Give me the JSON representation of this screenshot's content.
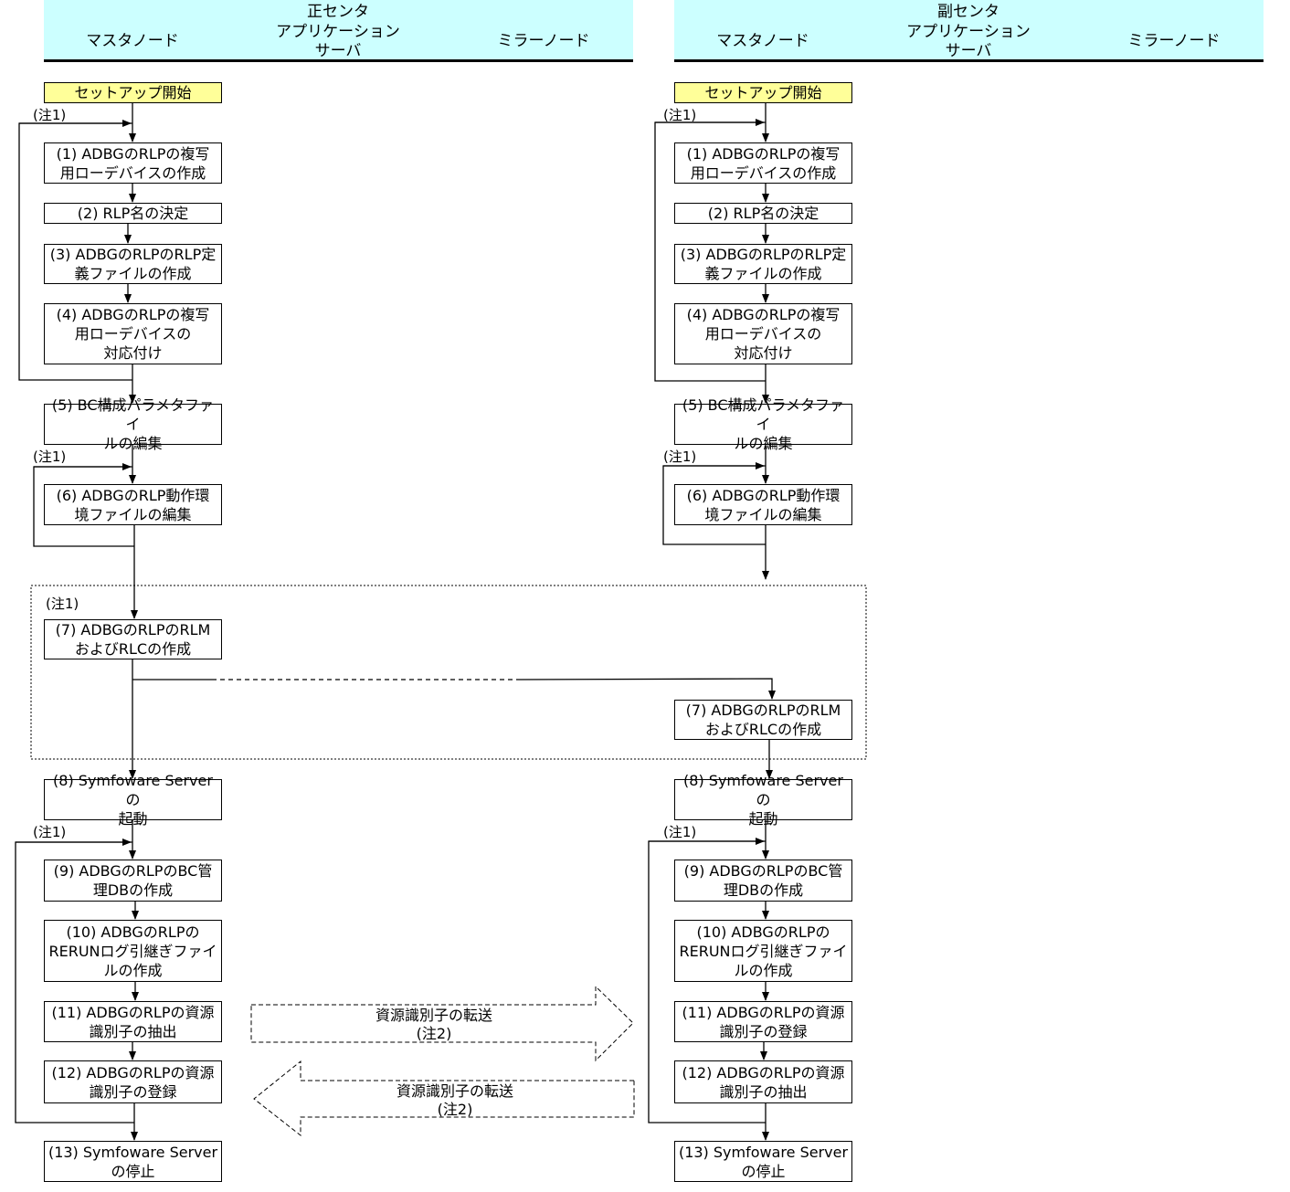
{
  "header": {
    "primary": {
      "center": "正センタ",
      "master": "マスタノード",
      "app_server": "アプリケーション\nサーバ",
      "mirror": "ミラーノード"
    },
    "secondary": {
      "center": "副センタ",
      "master": "マスタノード",
      "app_server": "アプリケーション\nサーバ",
      "mirror": "ミラーノード"
    }
  },
  "note_label": "(注1)",
  "primary_steps": {
    "start": "セットアップ開始",
    "s1": "(1) ADBGのRLPの複写\n用ローデバイスの作成",
    "s2": "(2) RLP名の決定",
    "s3": "(3) ADBGのRLPのRLP定\n義ファイルの作成",
    "s4": "(4) ADBGのRLPの複写\n用ローデバイスの\n対応付け",
    "s5": "(5) BC構成パラメタファイ\nルの編集",
    "s6": "(6) ADBGのRLP動作環\n境ファイルの編集",
    "s7": "(7) ADBGのRLPのRLM\nおよびRLCの作成",
    "s8": "(8) Symfoware Serverの\n起動",
    "s9": "(9) ADBGのRLPのBC管\n理DBの作成",
    "s10": "(10) ADBGのRLPの\nRERUNログ引継ぎファイ\nルの作成",
    "s11": "(11) ADBGのRLPの資源\n識別子の抽出",
    "s12": "(12) ADBGのRLPの資源\n識別子の登録",
    "s13": "(13) Symfoware Server\nの停止"
  },
  "secondary_steps": {
    "start": "セットアップ開始",
    "s1": "(1) ADBGのRLPの複写\n用ローデバイスの作成",
    "s2": "(2) RLP名の決定",
    "s3": "(3) ADBGのRLPのRLP定\n義ファイルの作成",
    "s4": "(4) ADBGのRLPの複写\n用ローデバイスの\n対応付け",
    "s5": "(5) BC構成パラメタファイ\nルの編集",
    "s6": "(6) ADBGのRLP動作環\n境ファイルの編集",
    "s7": "(7) ADBGのRLPのRLM\nおよびRLCの作成",
    "s8": "(8) Symfoware Serverの\n起動",
    "s9": "(9) ADBGのRLPのBC管\n理DBの作成",
    "s10": "(10) ADBGのRLPの\nRERUNログ引継ぎファイ\nルの作成",
    "s11": "(11) ADBGのRLPの資源\n識別子の登録",
    "s12": "(12) ADBGのRLPの資源\n識別子の抽出",
    "s13": "(13) Symfoware Server\nの停止"
  },
  "transfers": {
    "to_secondary": "資源識別子の転送\n(注2)",
    "to_primary": "資源識別子の転送\n(注2)"
  },
  "colors": {
    "header_bg": "#ccffff",
    "start_bg": "#ffff99",
    "line": "#000000"
  }
}
